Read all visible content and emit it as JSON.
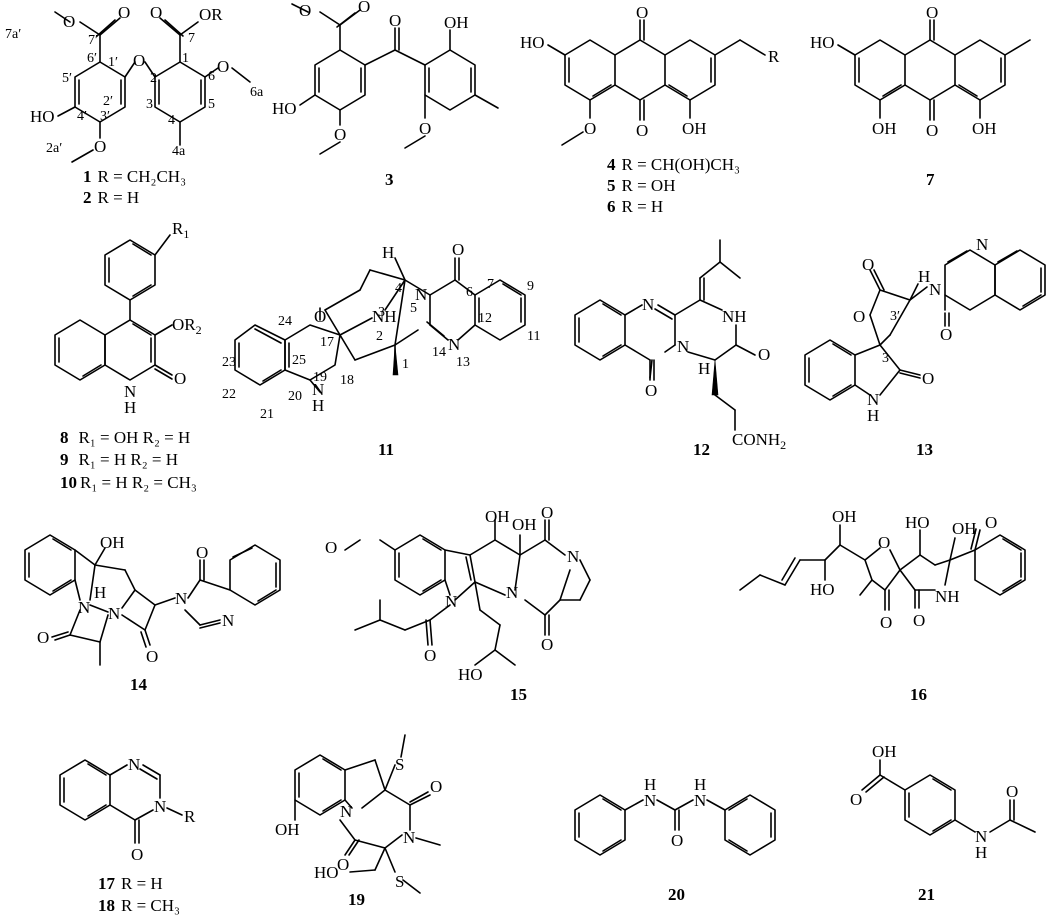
{
  "compounds": [
    {
      "id": "1",
      "sub": "R = CH₂CH₃"
    },
    {
      "id": "2",
      "sub": "R = H"
    },
    {
      "id": "3"
    },
    {
      "id": "4",
      "sub": "R = CH(OH)CH₃"
    },
    {
      "id": "5",
      "sub": "R = OH"
    },
    {
      "id": "6",
      "sub": "R = H"
    },
    {
      "id": "7"
    },
    {
      "id": "8",
      "sub": "R₁ = OH    R₂ = H"
    },
    {
      "id": "9",
      "sub": "R₁ = H      R₂ = H"
    },
    {
      "id": "10",
      "sub": "R₁ = H      R₂ = CH₃"
    },
    {
      "id": "11"
    },
    {
      "id": "12"
    },
    {
      "id": "13"
    },
    {
      "id": "14"
    },
    {
      "id": "15"
    },
    {
      "id": "16"
    },
    {
      "id": "17",
      "sub": "R = H"
    },
    {
      "id": "18",
      "sub": "R = CH₃"
    },
    {
      "id": "19"
    },
    {
      "id": "20"
    },
    {
      "id": "21"
    }
  ],
  "atoms": {
    "oh": "OH",
    "ho": "HO",
    "o": "O",
    "n": "N",
    "nh": "NH",
    "h": "H",
    "r": "R",
    "or": "OR",
    "r1": "R",
    "r2": "R",
    "s": "S",
    "conh2": "CONH",
    "two": "2",
    "one": "1"
  },
  "numbering": {
    "c1": [
      "7a′",
      "7′",
      "6′",
      "1′",
      "5′",
      "4′",
      "3′",
      "2′",
      "2a′",
      "7",
      "1",
      "2",
      "3",
      "4",
      "4a",
      "5",
      "6",
      "6a"
    ],
    "c11": [
      "4",
      "3",
      "5",
      "6",
      "7",
      "9",
      "12",
      "11",
      "13",
      "14",
      "1",
      "2",
      "17",
      "24",
      "23",
      "25",
      "19",
      "18",
      "22",
      "20",
      "21"
    ],
    "c13": [
      "3′",
      "3"
    ]
  }
}
